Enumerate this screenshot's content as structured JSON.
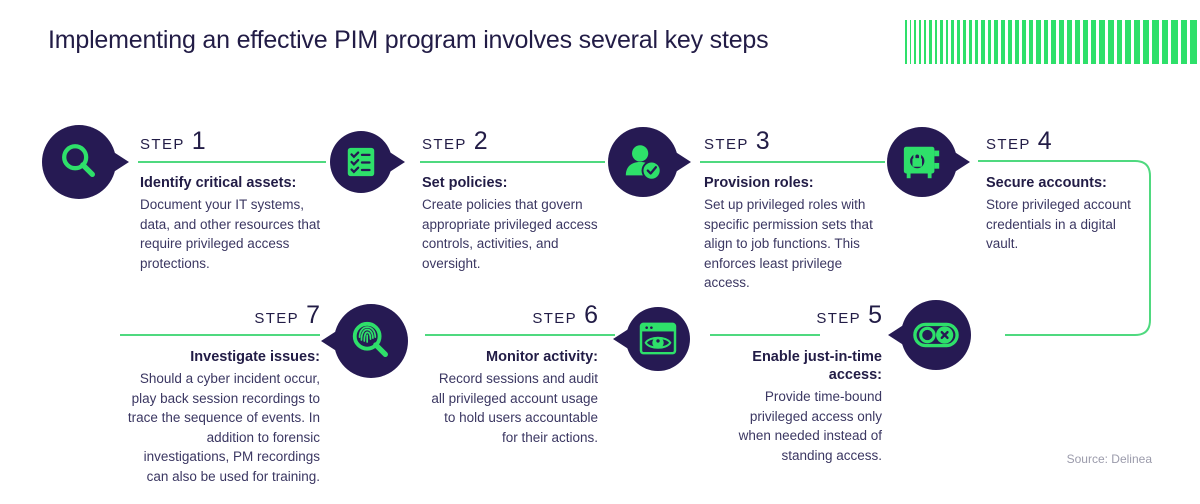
{
  "header": {
    "title": "Implementing an effective PIM program involves several key steps",
    "accent_green": "#2ee06a",
    "accent_dark": "#221c46",
    "bar_decoration_count": 41
  },
  "steps": [
    {
      "step_word": "STEP",
      "number": "1",
      "headline": "Identify critical assets:",
      "body": "Document your IT systems, data, and other resources that require privileged access protections.",
      "icon": "magnifier-icon"
    },
    {
      "step_word": "STEP",
      "number": "2",
      "headline": "Set policies:",
      "body": "Create policies that govern appropriate privileged access controls, activities, and oversight.",
      "icon": "checklist-icon"
    },
    {
      "step_word": "STEP",
      "number": "3",
      "headline": "Provision roles:",
      "body": "Set up privileged roles with specific permission sets that align to job functions. This enforces least privilege access.",
      "icon": "user-verified-icon"
    },
    {
      "step_word": "STEP",
      "number": "4",
      "headline": "Secure accounts:",
      "body": "Store privileged account credentials in a digital vault.",
      "icon": "vault-lock-icon"
    },
    {
      "step_word": "STEP",
      "number": "5",
      "headline": "Enable just-in-time access:",
      "body": "Provide time-bound privileged access only when needed instead of standing access.",
      "icon": "toggle-off-icon"
    },
    {
      "step_word": "STEP",
      "number": "6",
      "headline": "Monitor activity:",
      "body": "Record sessions and audit all privileged account usage to hold users accountable for their actions.",
      "icon": "browser-eye-icon"
    },
    {
      "step_word": "STEP",
      "number": "7",
      "headline": "Investigate issues:",
      "body": "Should a cyber incident occur, play back session recordings to trace the sequence of events. In addition to forensic investigations, PM recordings can also be used for training.",
      "icon": "fingerprint-magnifier-icon"
    }
  ],
  "footer": {
    "source": "Source: Delinea"
  }
}
